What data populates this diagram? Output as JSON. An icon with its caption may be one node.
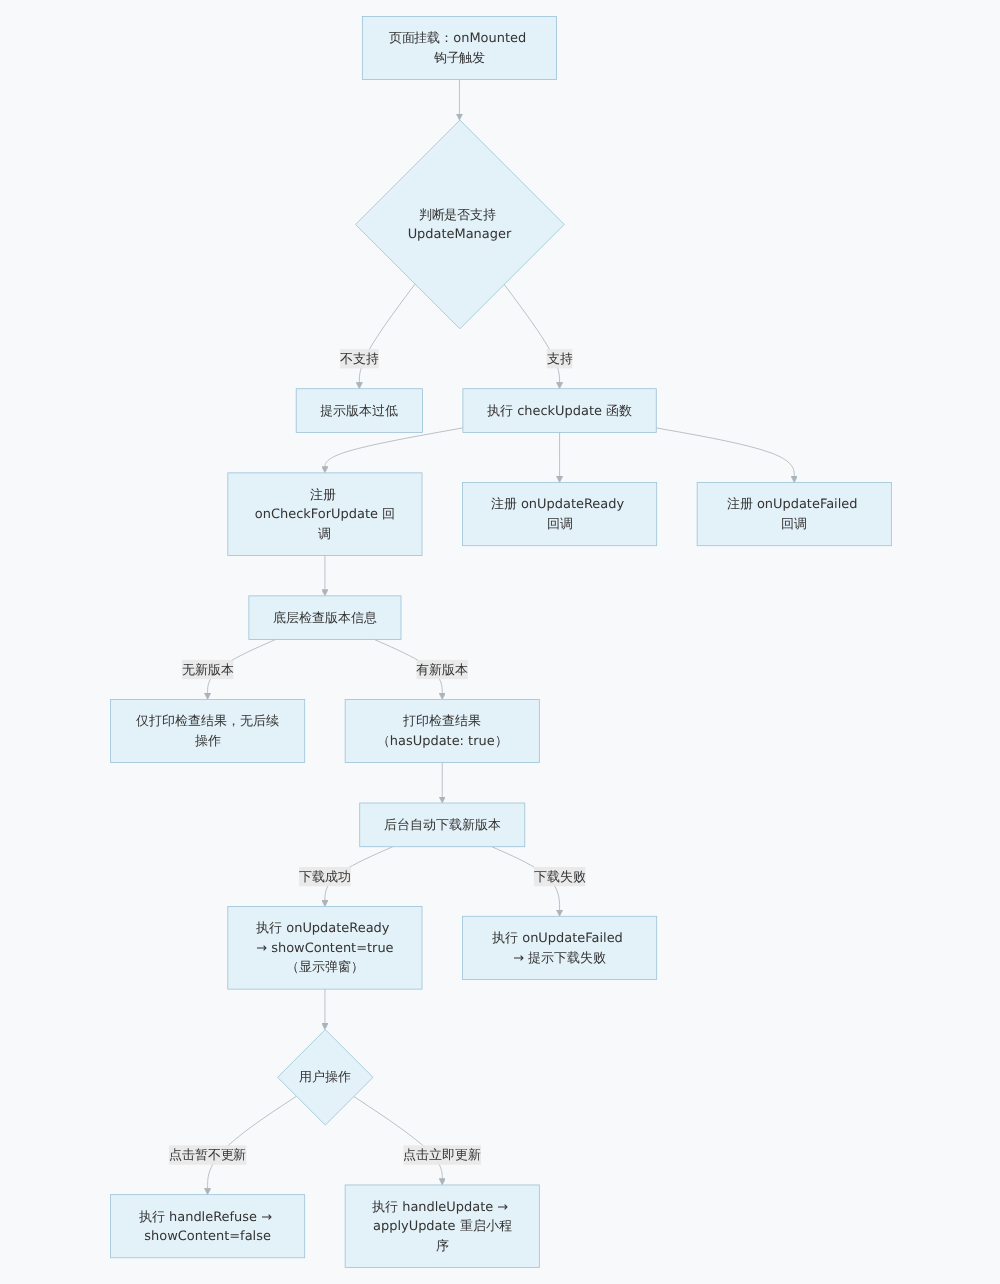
{
  "diagram": {
    "nodes": [
      {
        "text": [
          "页面挂载：onMounted 钩子触发"
        ]
      },
      {
        "text": [
          "判断是否支持 UpdateManager"
        ]
      },
      {
        "text": [
          "提示版本过低"
        ]
      },
      {
        "text": [
          "执行 checkUpdate 函数"
        ]
      },
      {
        "text": [
          "注册 onCheckForUpdate 回调"
        ]
      },
      {
        "text": [
          "注册 onUpdateReady 回调"
        ]
      },
      {
        "text": [
          "注册 onUpdateFailed 回调"
        ]
      },
      {
        "text": [
          "底层检查版本信息"
        ]
      },
      {
        "text": [
          "仅打印检查结果，无后续操作"
        ]
      },
      {
        "text": [
          "打印检查结果（hasUpdate: true）"
        ]
      },
      {
        "text": [
          "后台自动下载新版本"
        ]
      },
      {
        "text": [
          "执行 onUpdateReady → showContent=true（显示弹窗）"
        ]
      },
      {
        "text": [
          "执行 onUpdateFailed → 提示下载失败"
        ]
      },
      {
        "text": [
          "用户操作"
        ]
      },
      {
        "text": [
          "执行 handleRefuse → showContent=false"
        ]
      },
      {
        "text": [
          "执行 handleUpdate → applyUpdate 重启小程序"
        ]
      }
    ],
    "edges": [
      {
        "from": 0,
        "to": 1,
        "arrow": "to"
      },
      {
        "from": 1,
        "to": 2,
        "arrow": "to",
        "label": "不支持"
      },
      {
        "from": 1,
        "to": 3,
        "arrow": "to",
        "label": "支持"
      },
      {
        "from": 3,
        "to": 4,
        "arrow": "to"
      },
      {
        "from": 3,
        "to": 5,
        "arrow": "to"
      },
      {
        "from": 3,
        "to": 6,
        "arrow": "to"
      },
      {
        "from": 4,
        "to": 7,
        "arrow": "to"
      },
      {
        "from": 7,
        "to": 8,
        "arrow": "to",
        "label": "无新版本"
      },
      {
        "from": 7,
        "to": 9,
        "arrow": "to",
        "label": "有新版本"
      },
      {
        "from": 9,
        "to": 10,
        "arrow": "to"
      },
      {
        "from": 10,
        "to": 11,
        "arrow": "to",
        "label": "下载成功"
      },
      {
        "from": 10,
        "to": 12,
        "arrow": "to",
        "label": "下载失败"
      },
      {
        "from": 11,
        "to": 13,
        "arrow": "to"
      },
      {
        "from": 13,
        "to": 14,
        "arrow": "to",
        "label": "点击暂不更新"
      },
      {
        "from": 13,
        "to": 15,
        "arrow": "to",
        "label": "点击立即更新"
      }
    ]
  }
}
